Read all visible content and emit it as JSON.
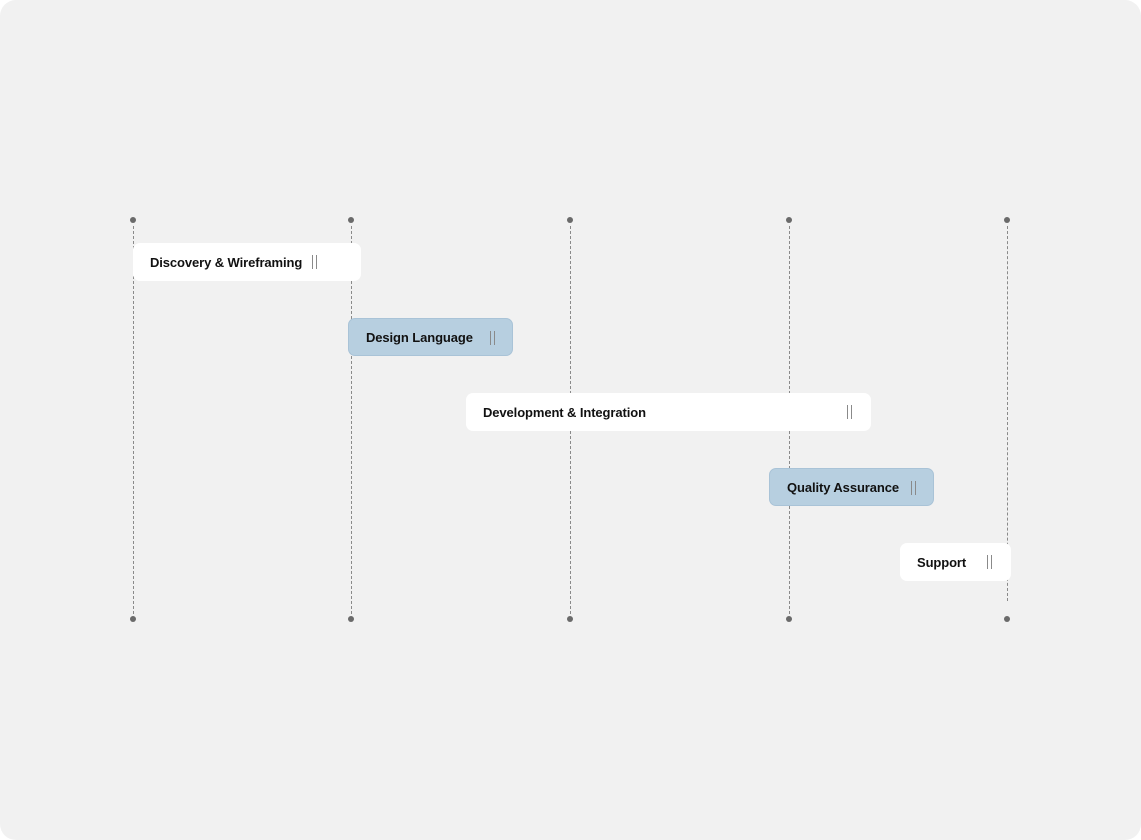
{
  "timeline": {
    "columns": 5,
    "tasks": [
      {
        "label": "Discovery & Wireframing",
        "style": "white",
        "icon": "resize-handle-icon"
      },
      {
        "label": "Design Language",
        "style": "blue",
        "icon": "resize-handle-icon"
      },
      {
        "label": "Development & Integration",
        "style": "white",
        "icon": "resize-handle-icon"
      },
      {
        "label": "Quality Assurance",
        "style": "blue",
        "icon": "resize-handle-icon"
      },
      {
        "label": "Support",
        "style": "white",
        "icon": "resize-handle-icon"
      }
    ]
  },
  "colors": {
    "background": "#f1f1f1",
    "task_white": "#ffffff",
    "task_blue": "#b7cfe0",
    "gridline": "#8a8a8a",
    "dot": "#6a6a6a"
  }
}
